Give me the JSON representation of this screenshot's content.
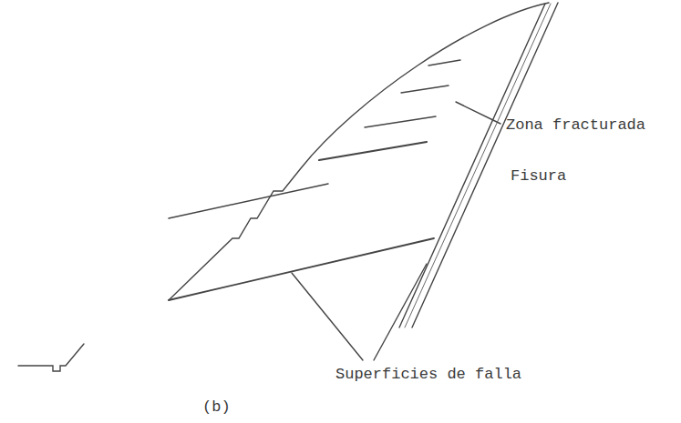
{
  "diagram": {
    "labels": [
      "Zona fracturada",
      "Fisura",
      "Superficies de falla",
      "(b)"
    ]
  }
}
